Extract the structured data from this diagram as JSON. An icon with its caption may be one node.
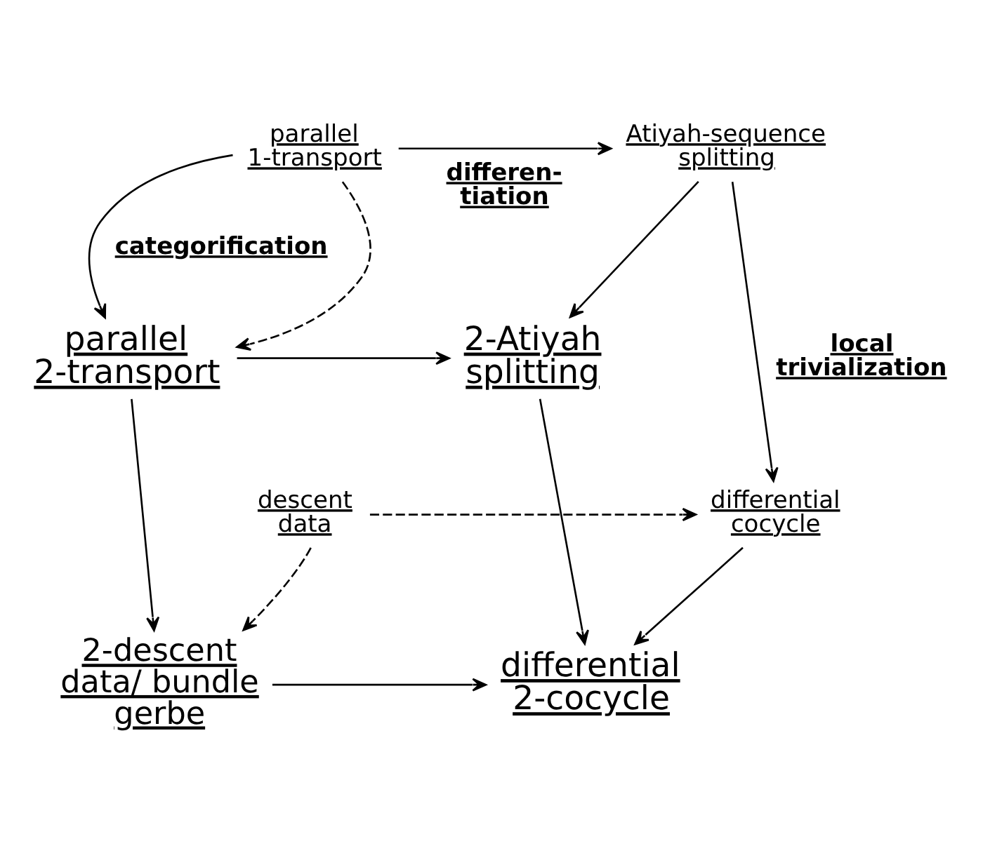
{
  "diagram": {
    "nodes": [
      {
        "text": [
          "parallel 1-transport"
        ]
      },
      {
        "text": [
          "Atiyah-sequence splitting"
        ]
      },
      {
        "text": [
          "parallel 2-transport"
        ]
      },
      {
        "text": [
          "2-Atiyah splitting"
        ]
      },
      {
        "text": [
          "descent data"
        ]
      },
      {
        "text": [
          "differential cocycle"
        ]
      },
      {
        "text": [
          "2-descent data/ bundle gerbe"
        ]
      },
      {
        "text": [
          "differential 2-cocycle"
        ]
      }
    ],
    "edges": [
      {
        "from": 0,
        "to": 1,
        "arrow": "to",
        "label": "differen- tiation"
      },
      {
        "from": 0,
        "to": 2,
        "arrow": "to",
        "label": "categorification"
      },
      {
        "from": 0,
        "to": 2,
        "arrow": "to",
        "style": "dashed"
      },
      {
        "from": 2,
        "to": 3,
        "arrow": "to"
      },
      {
        "from": 1,
        "to": 3,
        "arrow": "to"
      },
      {
        "from": 1,
        "to": 5,
        "arrow": "to",
        "label": "local trivialization"
      },
      {
        "from": 2,
        "to": 6,
        "arrow": "to"
      },
      {
        "from": 4,
        "to": 5,
        "arrow": "to",
        "style": "dashed"
      },
      {
        "from": 4,
        "to": 6,
        "arrow": "to",
        "style": "dashed"
      },
      {
        "from": 3,
        "to": 7,
        "arrow": "to"
      },
      {
        "from": 5,
        "to": 7,
        "arrow": "to"
      },
      {
        "from": 6,
        "to": 7,
        "arrow": "to"
      }
    ]
  }
}
